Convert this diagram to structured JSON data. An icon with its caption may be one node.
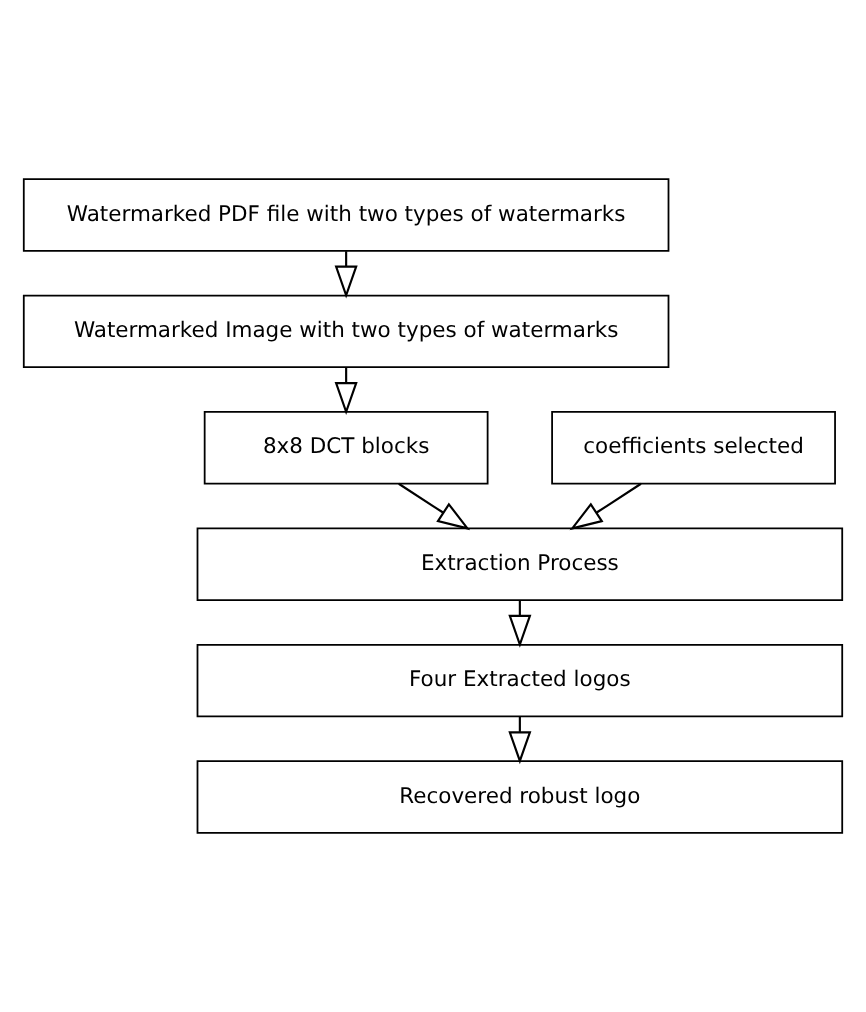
{
  "diagram": {
    "nodes": [
      {
        "text": [
          "Watermarked PDF file with two types of watermarks"
        ]
      },
      {
        "text": [
          "Watermarked Image with two types of watermarks"
        ]
      },
      {
        "text": [
          "8x8 DCT blocks"
        ]
      },
      {
        "text": [
          "coefficients selected"
        ]
      },
      {
        "text": [
          "Extraction Process"
        ]
      },
      {
        "text": [
          "Four Extracted logos"
        ]
      },
      {
        "text": [
          "Recovered robust logo"
        ]
      }
    ],
    "edges": [
      {
        "from": 0,
        "to": 1,
        "arrow": "to"
      },
      {
        "from": 1,
        "to": 2,
        "arrow": "to"
      },
      {
        "from": 2,
        "to": 4,
        "arrow": "to"
      },
      {
        "from": 3,
        "to": 4,
        "arrow": "to"
      },
      {
        "from": 4,
        "to": 5,
        "arrow": "to"
      },
      {
        "from": 5,
        "to": 6,
        "arrow": "to"
      }
    ]
  }
}
